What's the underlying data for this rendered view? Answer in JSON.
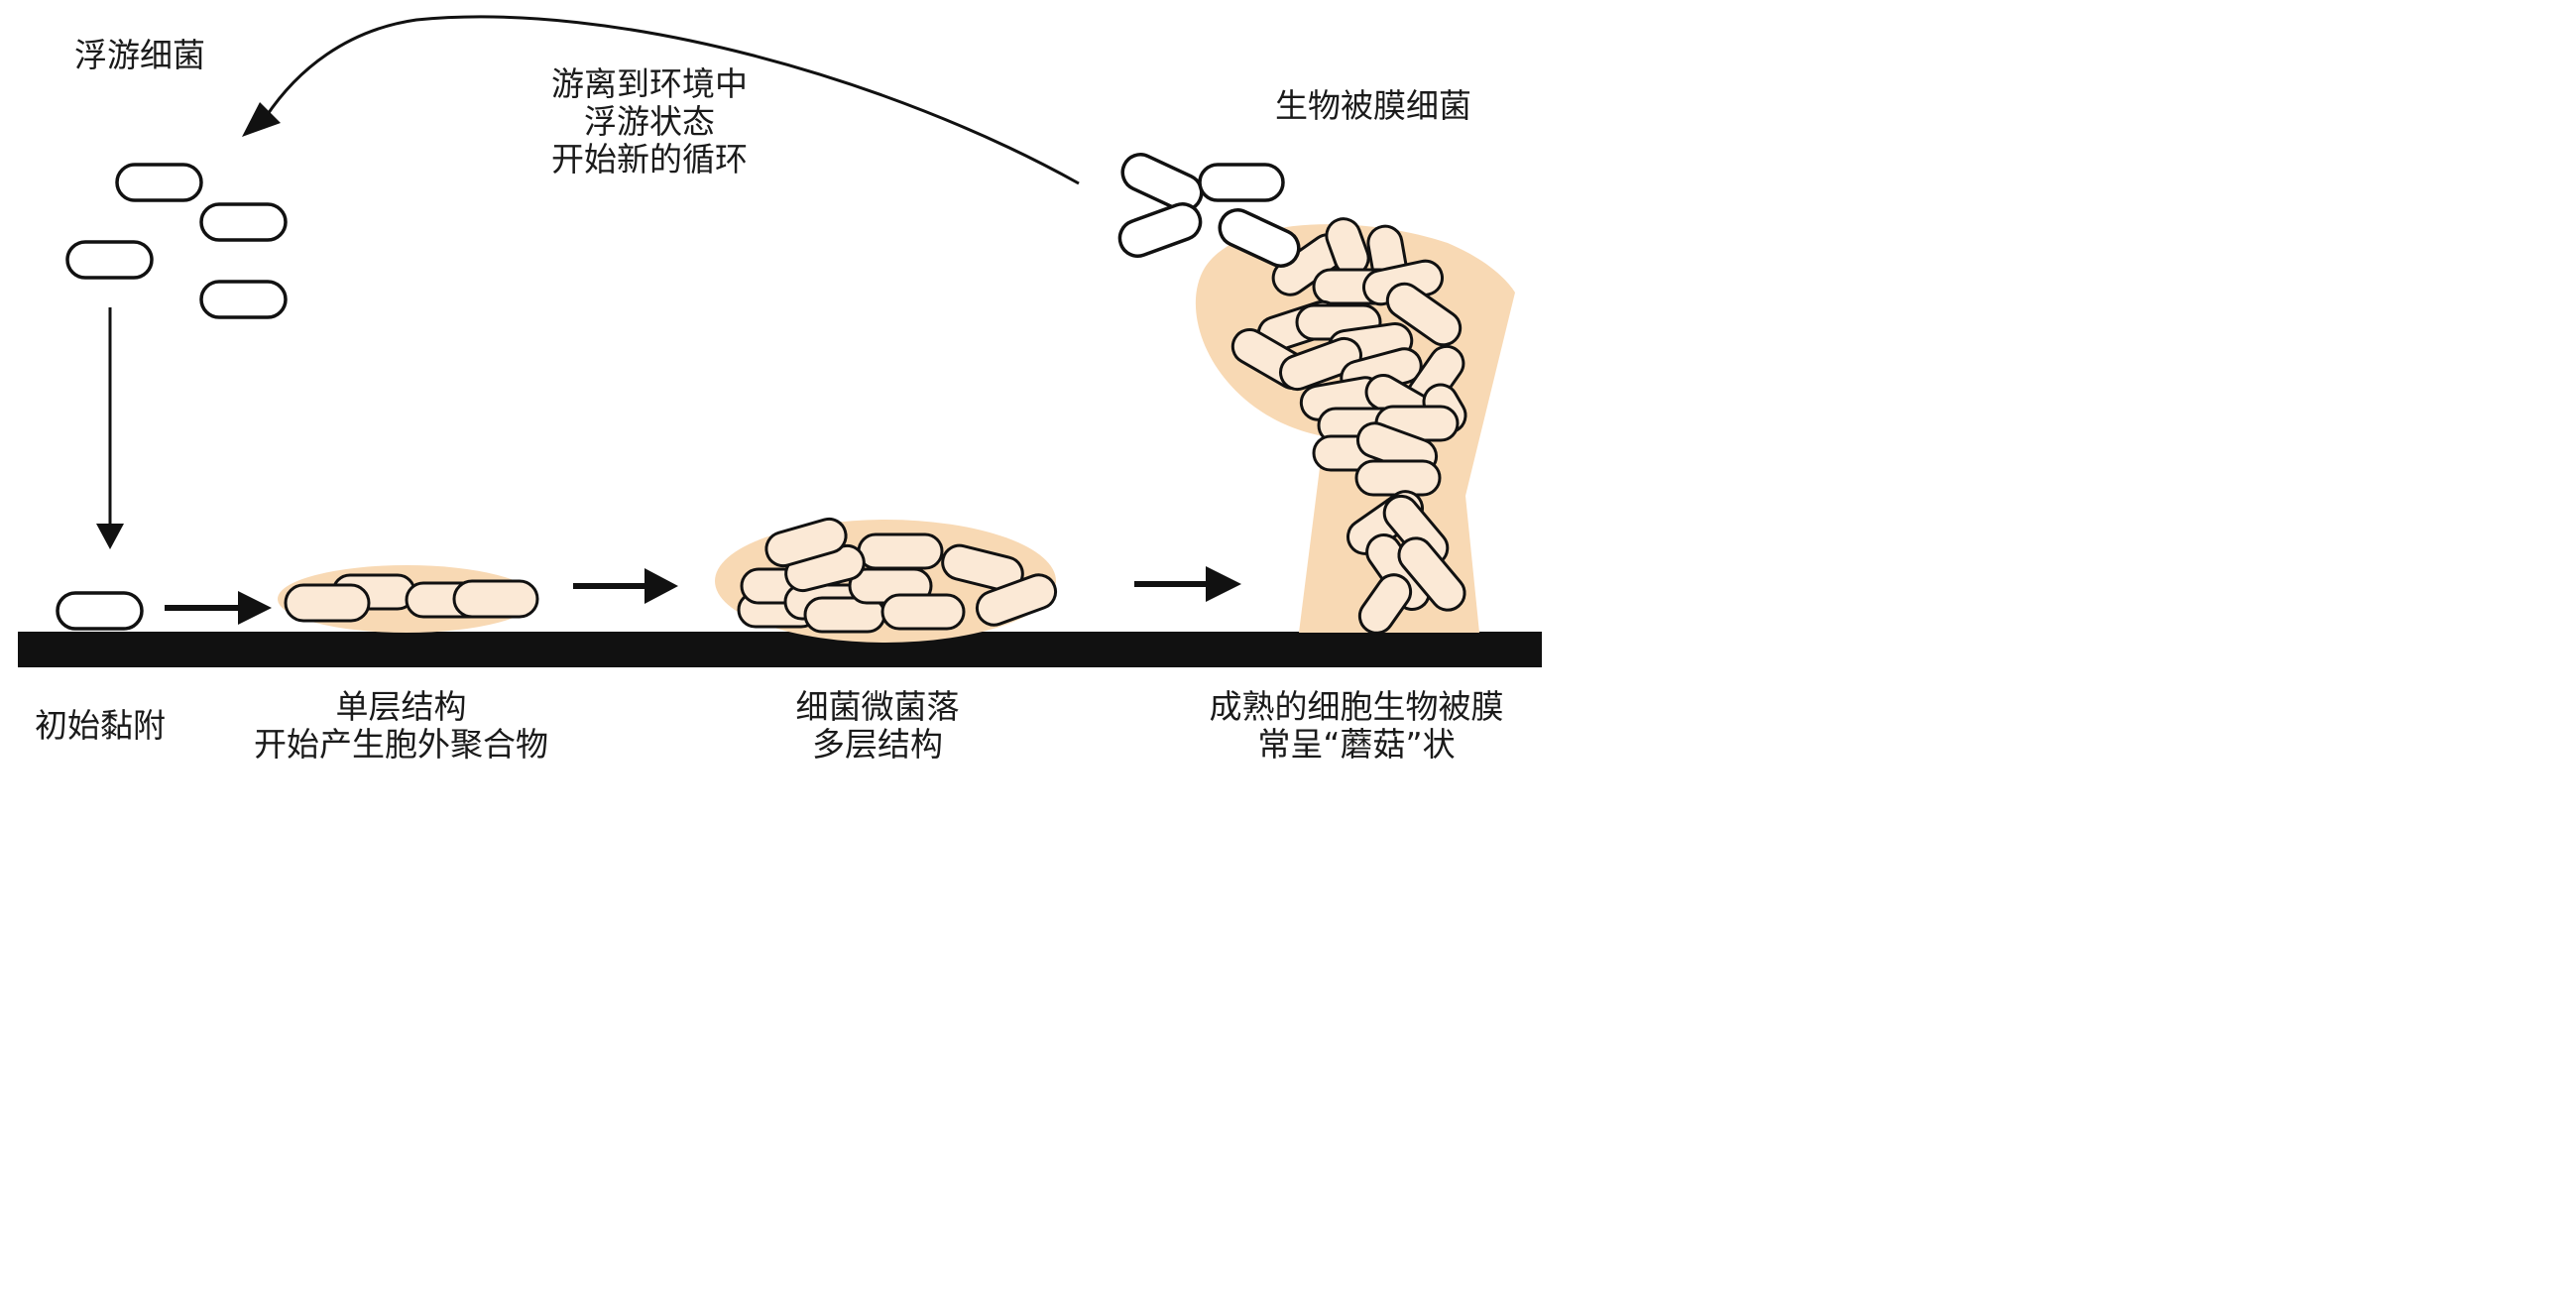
{
  "colors": {
    "cell_outline": "#111111",
    "cell_fill_planktonic": "#ffffff",
    "cell_fill_biofilm": "#fbe9d6",
    "matrix": "#f8d9b4",
    "surface": "#111111",
    "arrow": "#111111"
  },
  "labels": {
    "planktonic": "浮游细菌",
    "biofilm_bacteria": "生物被膜细菌",
    "dispersal": [
      "游离到环境中",
      "浮游状态",
      "开始新的循环"
    ],
    "stage1": [
      "初始黏附"
    ],
    "stage2": [
      "单层结构",
      "开始产生胞外聚合物"
    ],
    "stage3": [
      "细菌微菌落",
      "多层结构"
    ],
    "stage4": [
      "成熟的细胞生物被膜",
      "常呈“蘑菇”状"
    ]
  }
}
